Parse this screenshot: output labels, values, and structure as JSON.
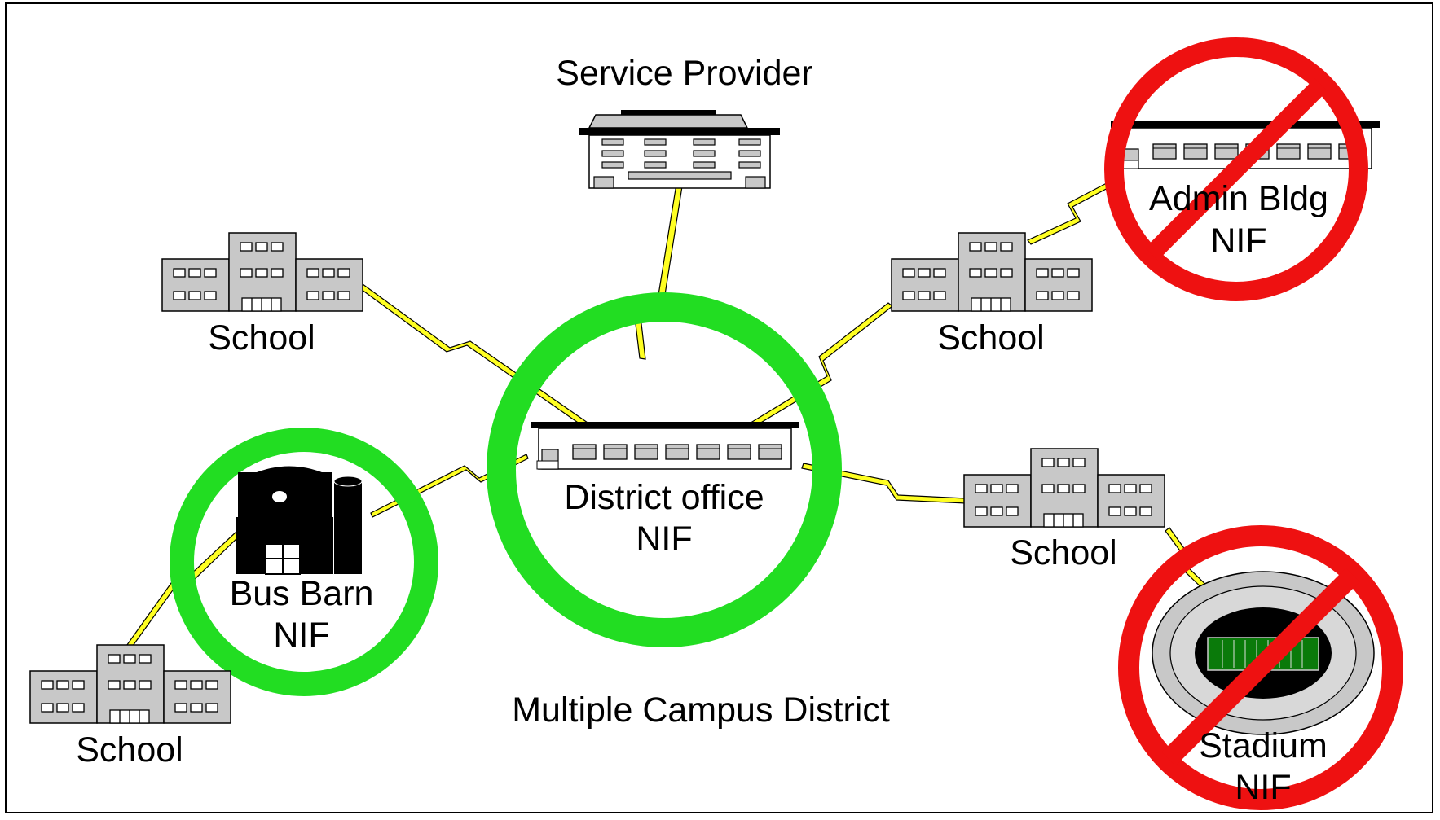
{
  "diagram": {
    "title": "Multiple Campus District",
    "service_provider": "Service Provider",
    "district_office": {
      "line1": "District office",
      "line2": "NIF"
    },
    "bus_barn": {
      "line1": "Bus Barn",
      "line2": "NIF"
    },
    "admin_bldg": {
      "line1": "Admin Bldg",
      "line2": "NIF"
    },
    "stadium": {
      "line1": "Stadium",
      "line2": "NIF"
    },
    "schools": [
      "School",
      "School",
      "School",
      "School"
    ]
  },
  "colors": {
    "nif_ring": "#22dd22",
    "prohibited": "#ee1111",
    "lightning": "#ffff22",
    "building_gray": "#c8c8c8",
    "line": "#000000"
  },
  "icons": [
    "office-building-icon",
    "school-icon",
    "barn-icon",
    "stadium-icon",
    "lightning-link-icon",
    "prohibited-icon"
  ]
}
